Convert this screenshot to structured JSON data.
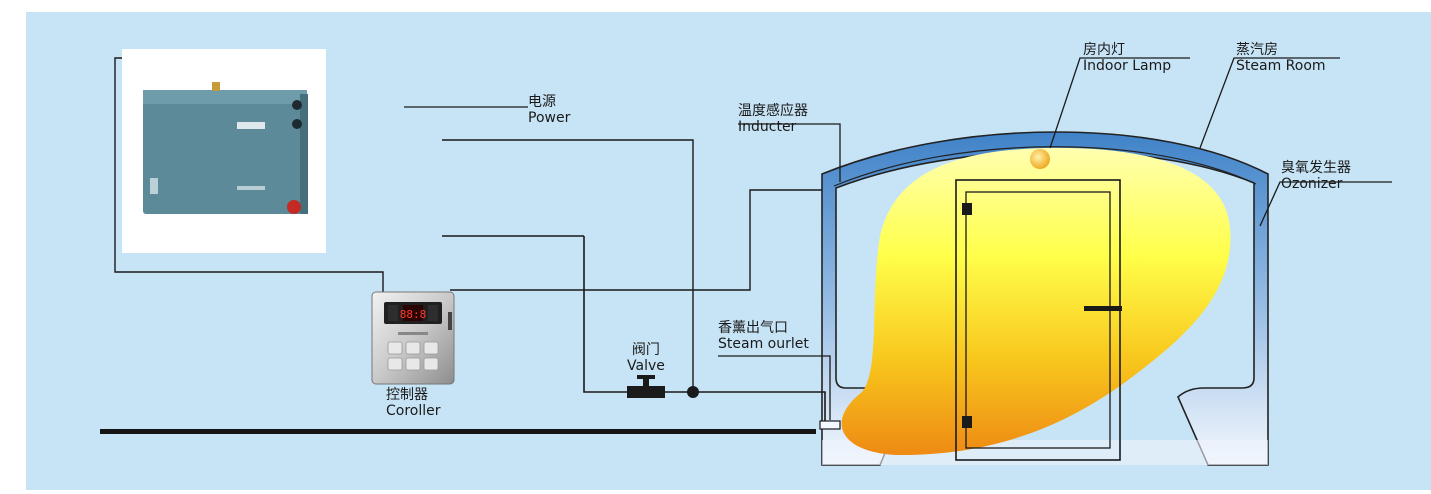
{
  "labels": {
    "power": {
      "cn": "电源",
      "en": "Power"
    },
    "inducter": {
      "cn": "温度感应器",
      "en": "Inducter"
    },
    "indoor_lamp": {
      "cn": "房内灯",
      "en": "Indoor Lamp"
    },
    "steam_room": {
      "cn": "蒸汽房",
      "en": "Steam Room"
    },
    "ozonizer": {
      "cn": "臭氧发生器",
      "en": "Ozonizer"
    },
    "steam_outlet": {
      "cn": "香薰出气口",
      "en": "Steam ourlet"
    },
    "valve": {
      "cn": "阀门",
      "en": "Valve"
    },
    "controller": {
      "cn": "控制器",
      "en": "Coroller"
    }
  },
  "controller_display": "88:8",
  "colors": {
    "background": "#c7e4f6",
    "room_top": "#3f82c8",
    "room_bottom": "#f4f8fe",
    "steam_inner": "#ffff5a",
    "steam_outer": "#ee8c16",
    "generator_body": "#5c8a99",
    "lamp": "#f6c23c"
  }
}
